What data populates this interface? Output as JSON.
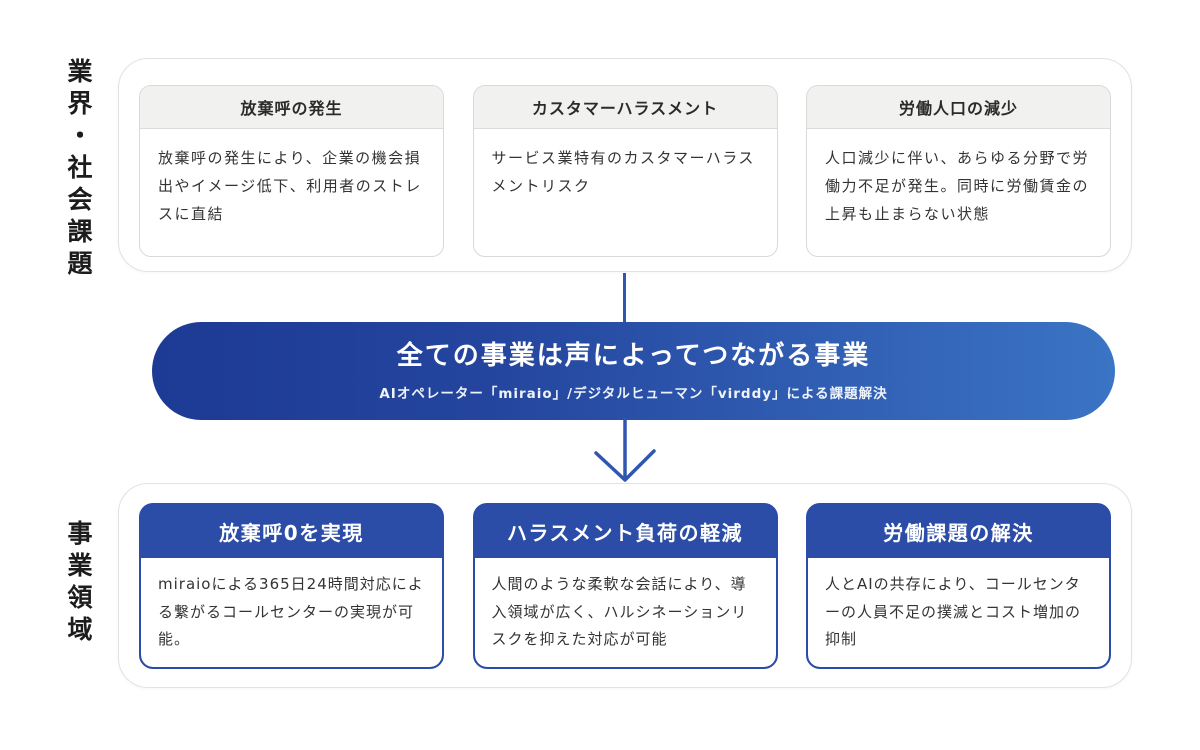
{
  "colors": {
    "accent_blue": "#2b4da7",
    "banner_gradient_start": "#1d3a94",
    "banner_gradient_end": "#3b74c4",
    "connector_blue": "#3056b0",
    "gray_card_header_bg": "#f1f1f0",
    "card_border_gray": "#d9d9d9",
    "container_border": "#e2e2e2"
  },
  "sections": {
    "top": {
      "label": "業界・社会課題",
      "cards": [
        {
          "title": "放棄呼の発生",
          "body": "放棄呼の発生により、企業の機会損出やイメージ低下、利用者のストレスに直結"
        },
        {
          "title": "カスタマーハラスメント",
          "body": "サービス業特有のカスタマーハラスメントリスク"
        },
        {
          "title": "労働人口の減少",
          "body": "人口減少に伴い、あらゆる分野で労働力不足が発生。同時に労働賃金の上昇も止まらない状態"
        }
      ]
    },
    "banner": {
      "title": "全ての事業は声によってつながる事業",
      "subtitle": "AIオペレーター「miraio」/デジタルヒューマン「virddy」による課題解決"
    },
    "bottom": {
      "label": "事業領域",
      "cards": [
        {
          "title": "放棄呼0を実現",
          "body": "miraioによる365日24時間対応による繋がるコールセンターの実現が可能。"
        },
        {
          "title": "ハラスメント負荷の軽減",
          "body": "人間のような柔軟な会話により、導入領域が広く、ハルシネーションリスクを抑えた対応が可能"
        },
        {
          "title": "労働課題の解決",
          "body": "人とAIの共存により、コールセンターの人員不足の撲滅とコスト増加の抑制"
        }
      ]
    }
  }
}
